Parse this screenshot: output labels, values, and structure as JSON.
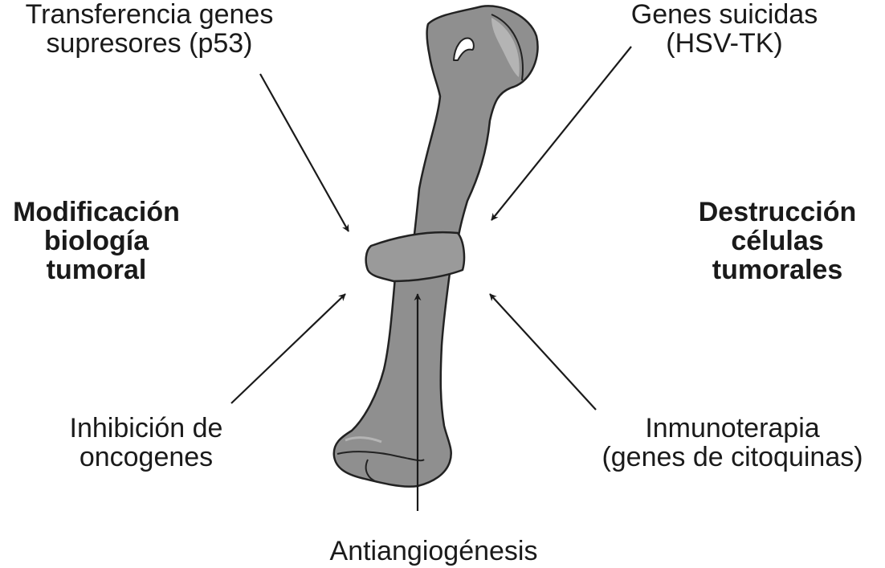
{
  "labels": {
    "top_left": [
      "Transferencia genes",
      "supresores (p53)"
    ],
    "top_right": [
      "Genes suicidas",
      "(HSV-TK)"
    ],
    "mid_left": [
      "Modificación",
      "biología",
      "tumoral"
    ],
    "mid_right": [
      "Destrucción",
      "células",
      "tumorales"
    ],
    "bottom_left": [
      "Inhibición de",
      "oncogenes"
    ],
    "bottom_right": [
      "Inmunoterapia",
      "(genes de citoquinas)"
    ],
    "bottom_center": "Antiangiogénesis"
  },
  "colors": {
    "bone_fill": "#8f8f8f",
    "bone_light": "#b4b4b4",
    "outline": "#222222",
    "text": "#1a1a1a"
  }
}
